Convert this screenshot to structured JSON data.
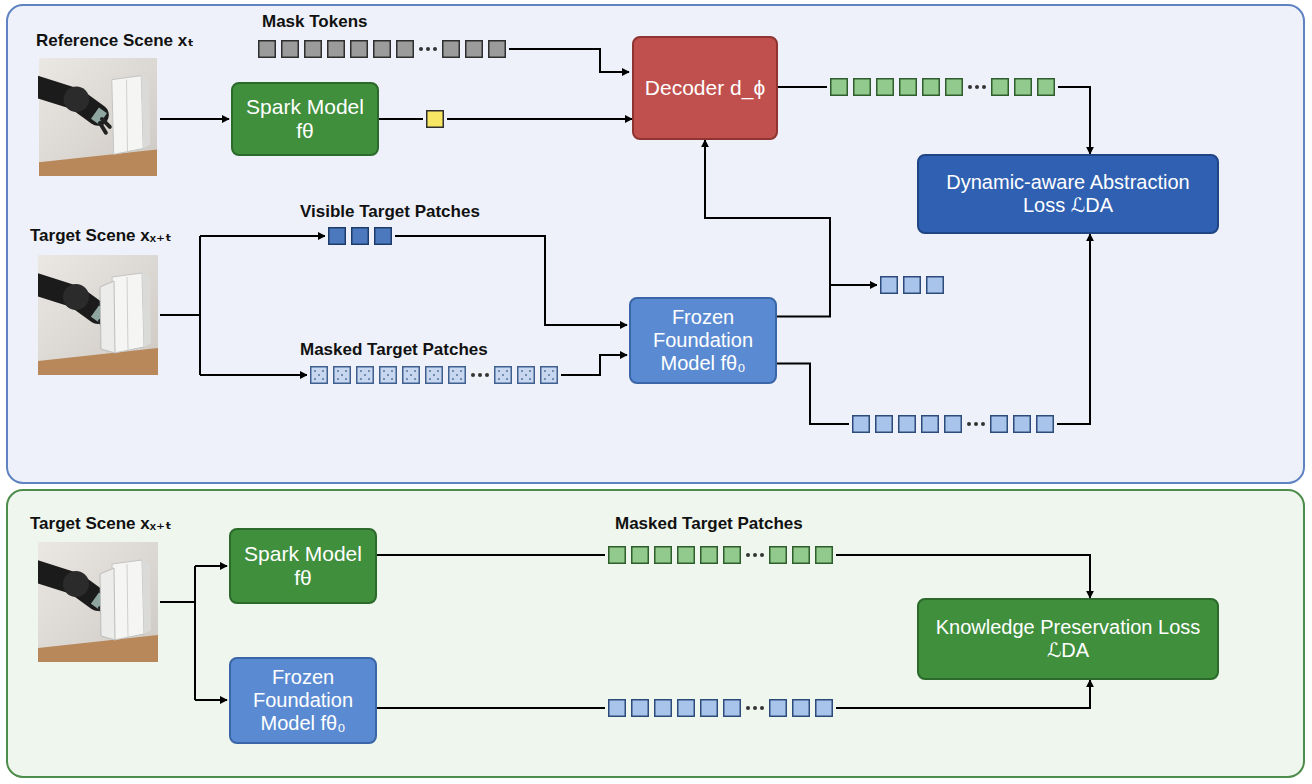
{
  "diagram": {
    "nodes": [
      {
        "text": [
          "Spark Model fθ"
        ]
      },
      {
        "text": [
          "Decoder d_ϕ"
        ]
      },
      {
        "text": [
          "Dynamic-aware Abstraction Loss ℒDA"
        ]
      },
      {
        "text": [
          "Frozen Foundation Model fθ₀"
        ]
      },
      {
        "text": [
          "Spark Model fθ"
        ]
      },
      {
        "text": [
          "Knowledge Preservation Loss ℒDA"
        ]
      },
      {
        "text": [
          "Frozen Foundation Model fθ₀"
        ]
      }
    ],
    "edges": [
      {
        "from": 0,
        "to": 1,
        "arrow": "to"
      },
      {
        "from": 1,
        "to": 2,
        "arrow": "to"
      },
      {
        "from": 3,
        "to": 1,
        "arrow": "to"
      },
      {
        "from": 3,
        "to": 2,
        "arrow": "to"
      },
      {
        "from": 4,
        "to": 5,
        "arrow": "to"
      },
      {
        "from": 6,
        "to": 5,
        "arrow": "to"
      }
    ],
    "labels": [
      "Mask Tokens",
      "Reference Scene xₜ",
      "Target Scene xₓ₊ₜ",
      "Visible Target Patches",
      "Masked Target Patches",
      "Target Scene xₓ₊ₜ",
      "Masked Target Patches"
    ]
  }
}
